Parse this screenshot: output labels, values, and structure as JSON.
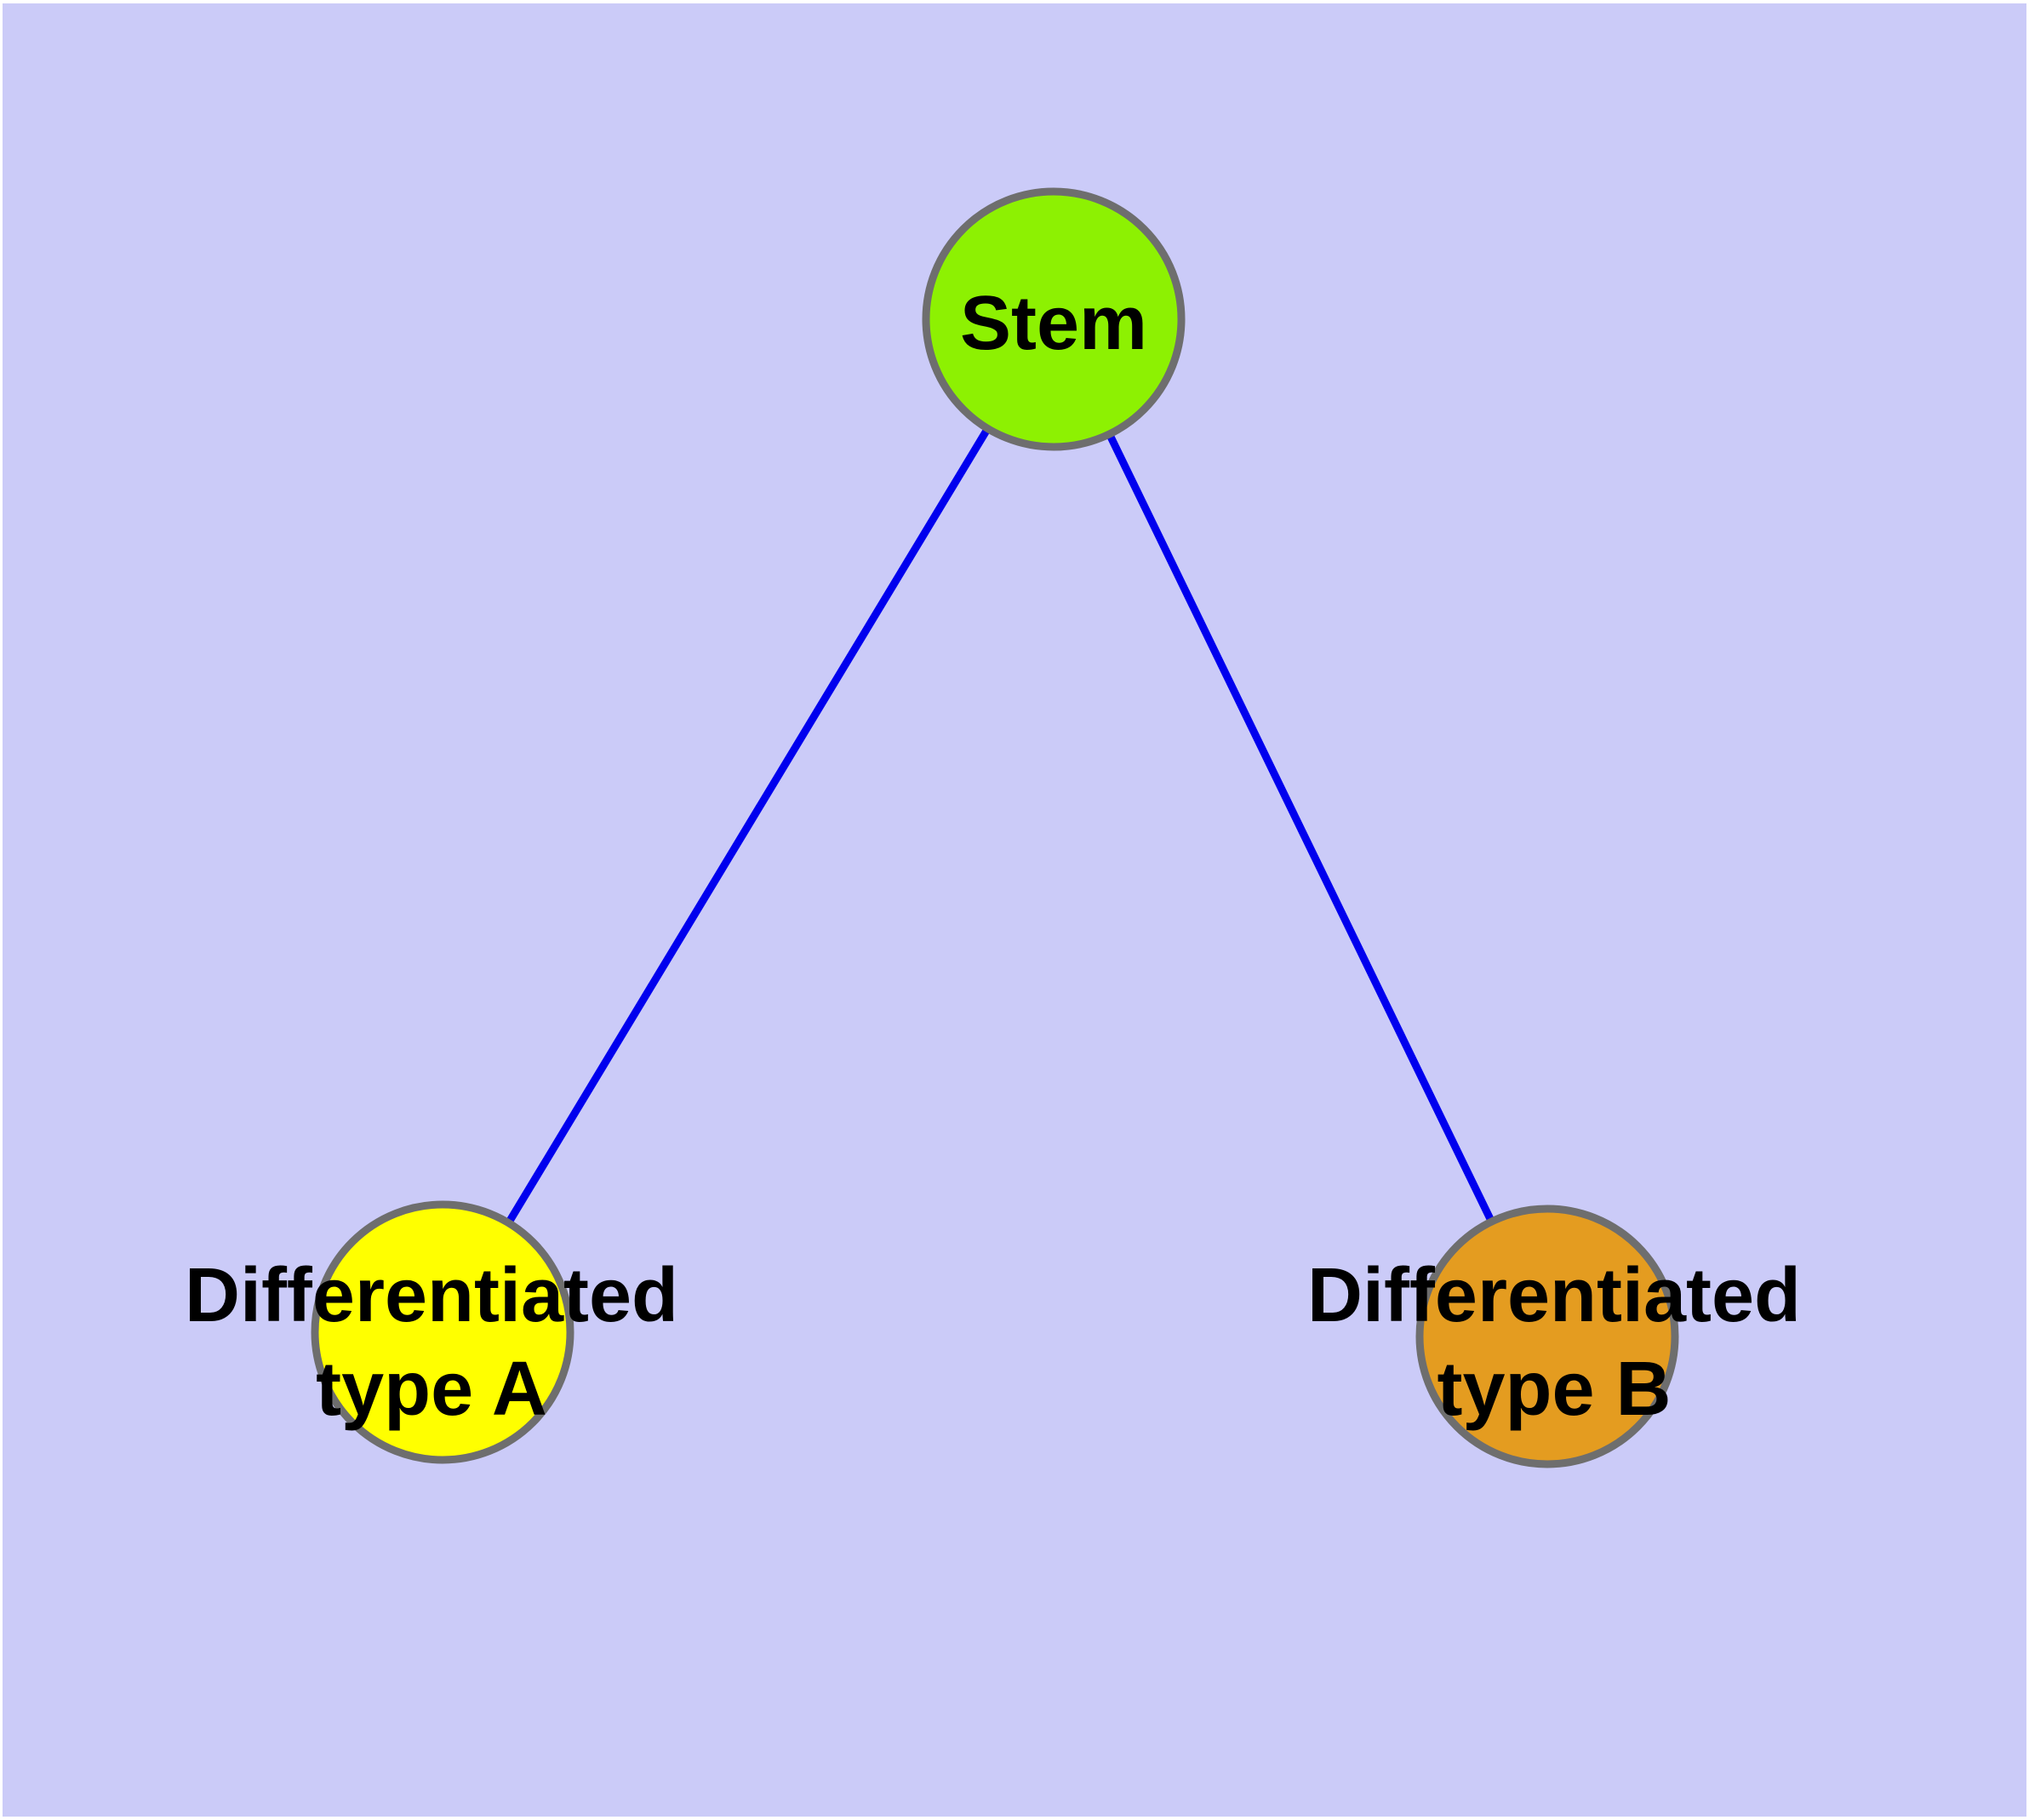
{
  "canvas": {
    "background_color": "#CBCBF8",
    "page_border_color": "#FFFFFF"
  },
  "graph": {
    "edge_color": "#0000EE",
    "node_border_color": "#6E6E6E",
    "label_color": "#000000",
    "nodes": {
      "stem": {
        "label": "Stem",
        "fill": "#8DF102"
      },
      "type_a": {
        "label": "Differentiated type A",
        "label_line1": "Differentiated",
        "label_line2": "type A",
        "fill": "#FFFF00"
      },
      "type_b": {
        "label": "Differentiated type B",
        "label_line1": "Differentiated",
        "label_line2": "type B",
        "fill": "#E49C20"
      }
    },
    "edges": [
      {
        "from": "Stem",
        "to": "Differentiated type A"
      },
      {
        "from": "Stem",
        "to": "Differentiated type B"
      }
    ]
  }
}
